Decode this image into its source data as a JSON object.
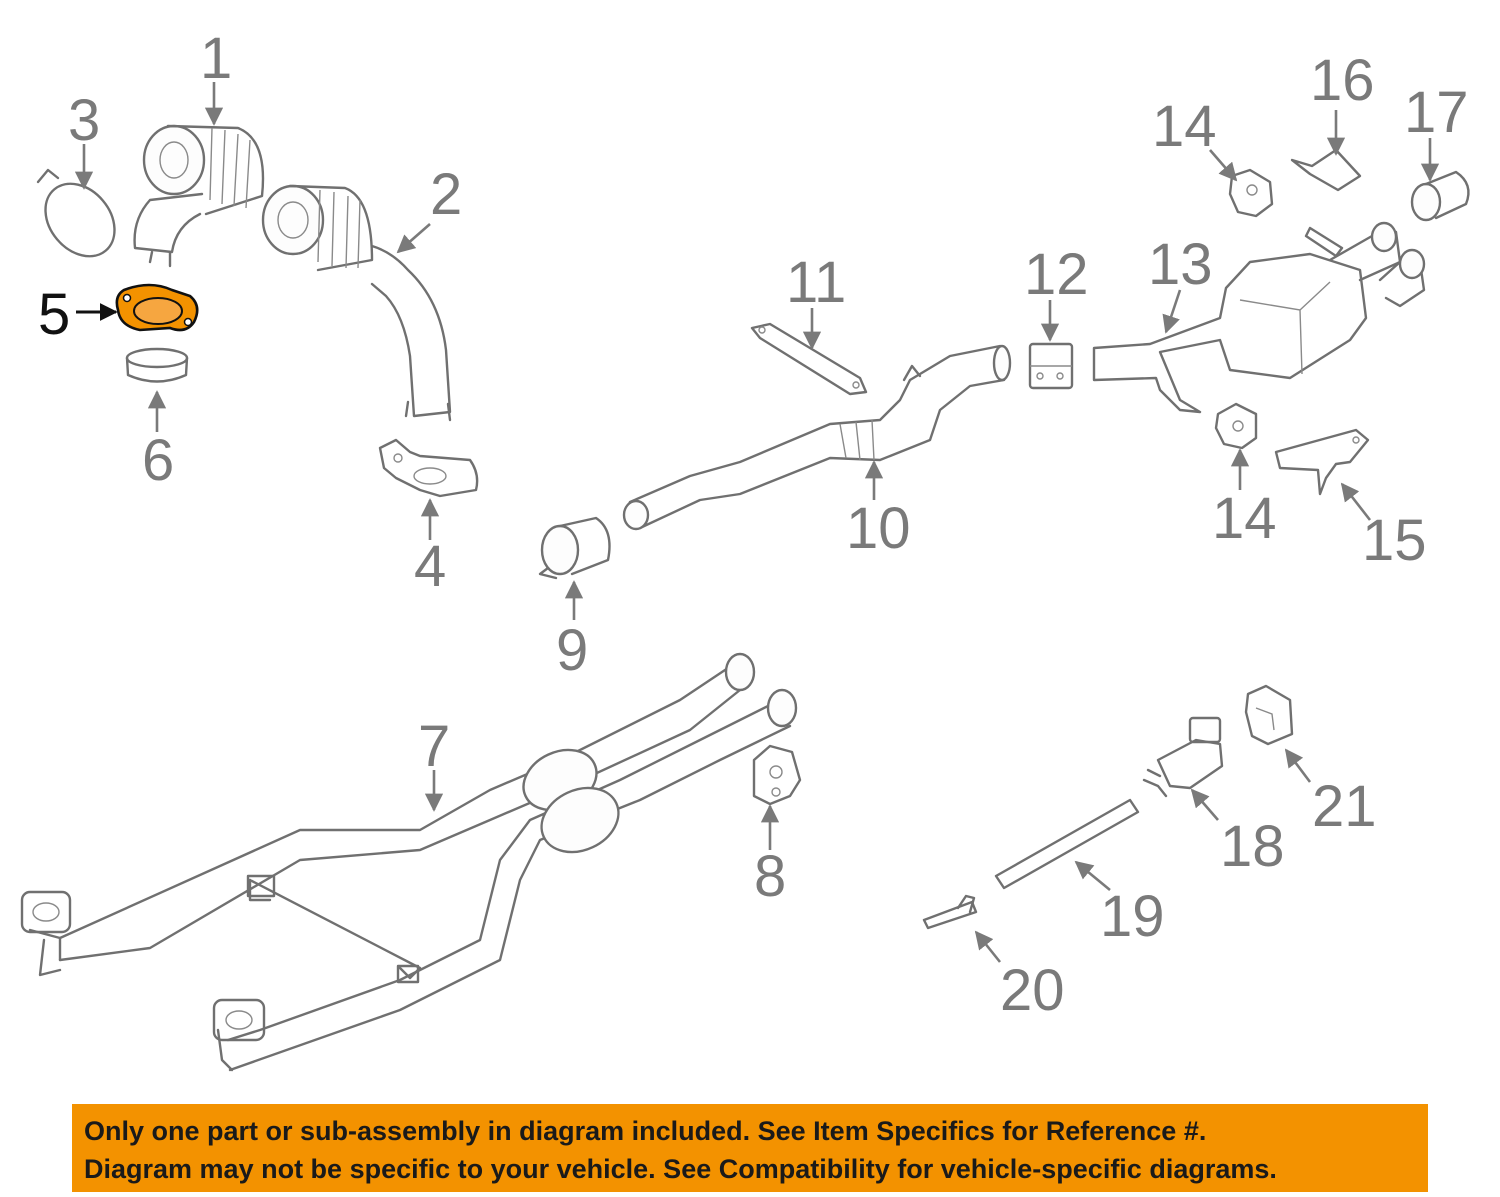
{
  "diagram": {
    "highlighted_part": "5",
    "highlight_color": "#f39200",
    "callouts": [
      "1",
      "2",
      "3",
      "4",
      "5",
      "6",
      "7",
      "8",
      "9",
      "10",
      "11",
      "12",
      "13",
      "14",
      "14",
      "15",
      "16",
      "17",
      "18",
      "19",
      "20",
      "21"
    ]
  },
  "notice": {
    "background": "#f39200",
    "line1": "Only one part or sub-assembly in diagram included. See Item Specifics for Reference #.",
    "line2": "Diagram may not be specific to your vehicle. See Compatibility for vehicle-specific diagrams."
  }
}
